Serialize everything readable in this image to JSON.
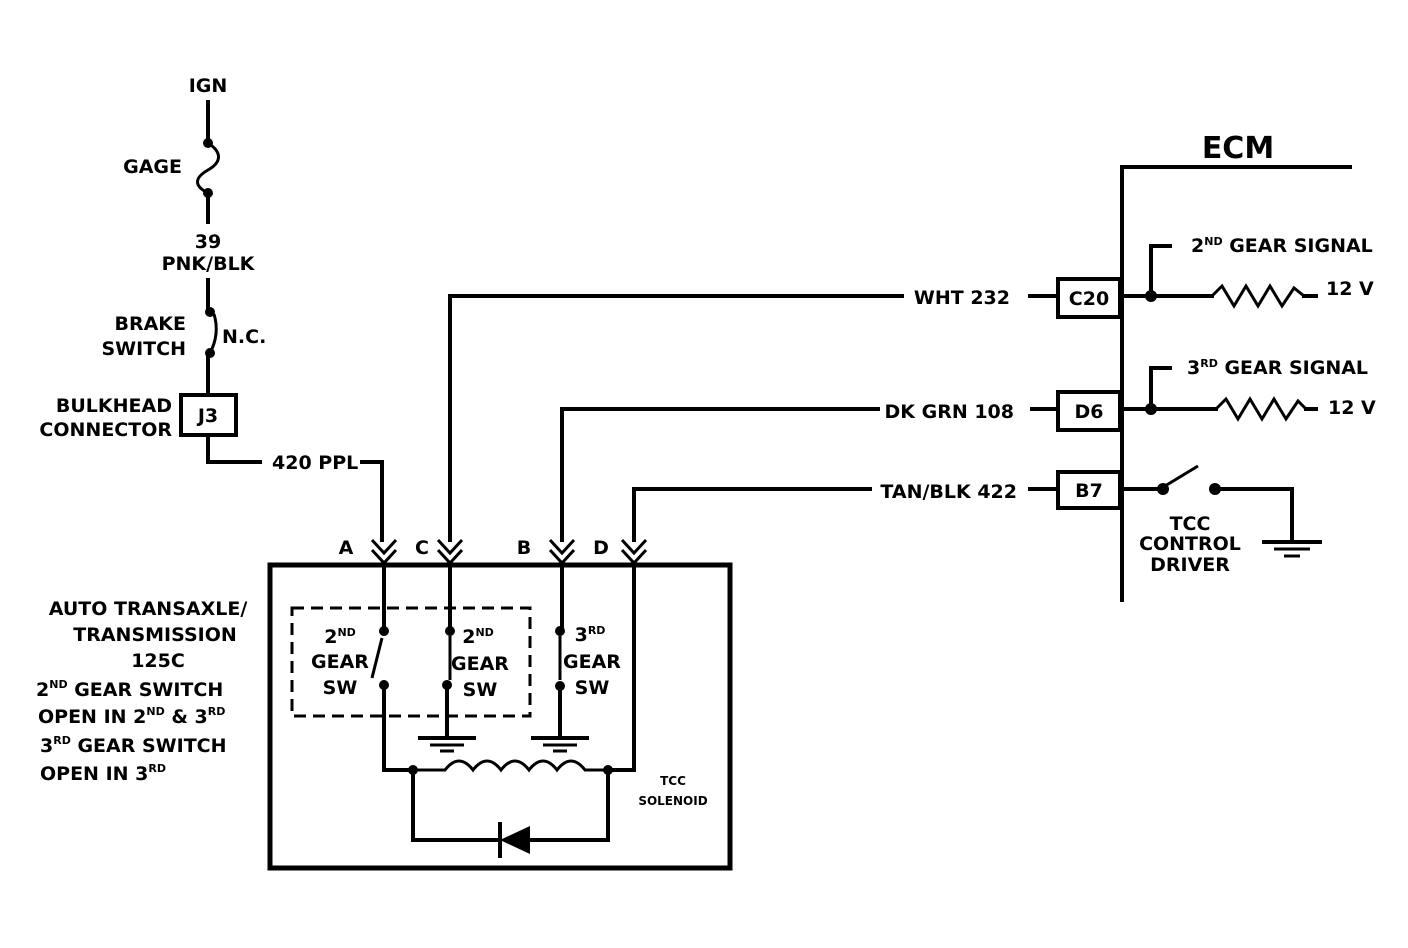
{
  "left": {
    "ign": "IGN",
    "gage": "GAGE",
    "wire_39": "39",
    "wire_39_color": "PNK/BLK",
    "brake_1": "BRAKE",
    "brake_2": "SWITCH",
    "nc": "N.C.",
    "bulkhead_1": "BULKHEAD",
    "bulkhead_2": "CONNECTOR",
    "j3": "J3",
    "ppl": "420 PPL"
  },
  "pins": {
    "a": "A",
    "c": "C",
    "b": "B",
    "d": "D"
  },
  "trans": {
    "l1": "AUTO TRANSAXLE/",
    "l2": "TRANSMISSION",
    "l3": "125C",
    "l4_pre": "2",
    "l4_sup": "ND",
    "l4_post": " GEAR SWITCH",
    "l5_pre": "OPEN IN 2",
    "l5_sup1": "ND",
    "l5_mid": " & 3",
    "l5_sup2": "RD",
    "l6_pre": "3",
    "l6_sup": "RD",
    "l6_post": " GEAR SWITCH",
    "l7_pre": "OPEN IN 3",
    "l7_sup": "RD"
  },
  "switches": {
    "s1_n": "2",
    "s1_sup": "ND",
    "s1_gear": "GEAR",
    "s1_sw": "SW",
    "s2_n": "2",
    "s2_sup": "ND",
    "s2_gear": "GEAR",
    "s2_sw": "SW",
    "s3_n": "3",
    "s3_sup": "RD",
    "s3_gear": "GEAR",
    "s3_sw": "SW"
  },
  "solenoid": {
    "l1": "TCC",
    "l2": "SOLENOID"
  },
  "wires": {
    "wht": "WHT 232",
    "dkgrn": "DK GRN 108",
    "tanblk": "TAN/BLK 422"
  },
  "ecm": {
    "title": "ECM",
    "c20": "C20",
    "d6": "D6",
    "b7": "B7",
    "sig2_n": "2",
    "sig2_sup": "ND",
    "sig2_text": " GEAR SIGNAL",
    "sig3_n": "3",
    "sig3_sup": "RD",
    "sig3_text": " GEAR SIGNAL",
    "v1": "12 V",
    "v2": "12 V",
    "tcc_1": "TCC",
    "tcc_2": "CONTROL",
    "tcc_3": "DRIVER"
  }
}
